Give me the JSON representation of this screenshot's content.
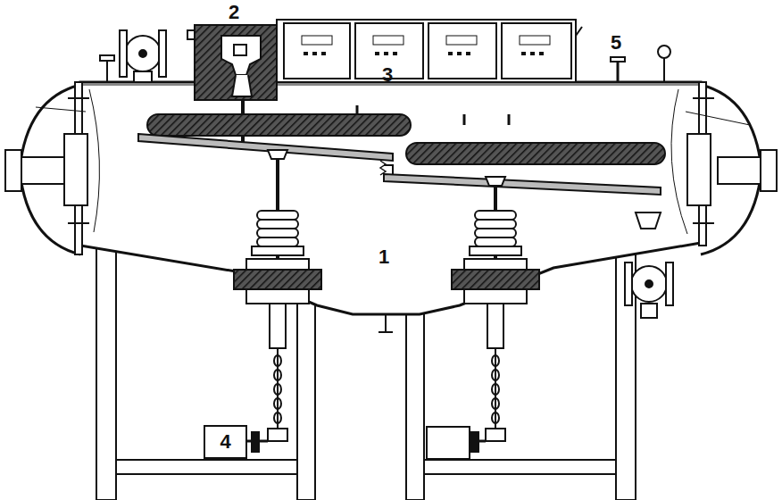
{
  "diagram": {
    "nodes": [
      {
        "text": [
          "4"
        ]
      }
    ],
    "labels": [
      "2",
      "3",
      "5",
      "1"
    ]
  }
}
